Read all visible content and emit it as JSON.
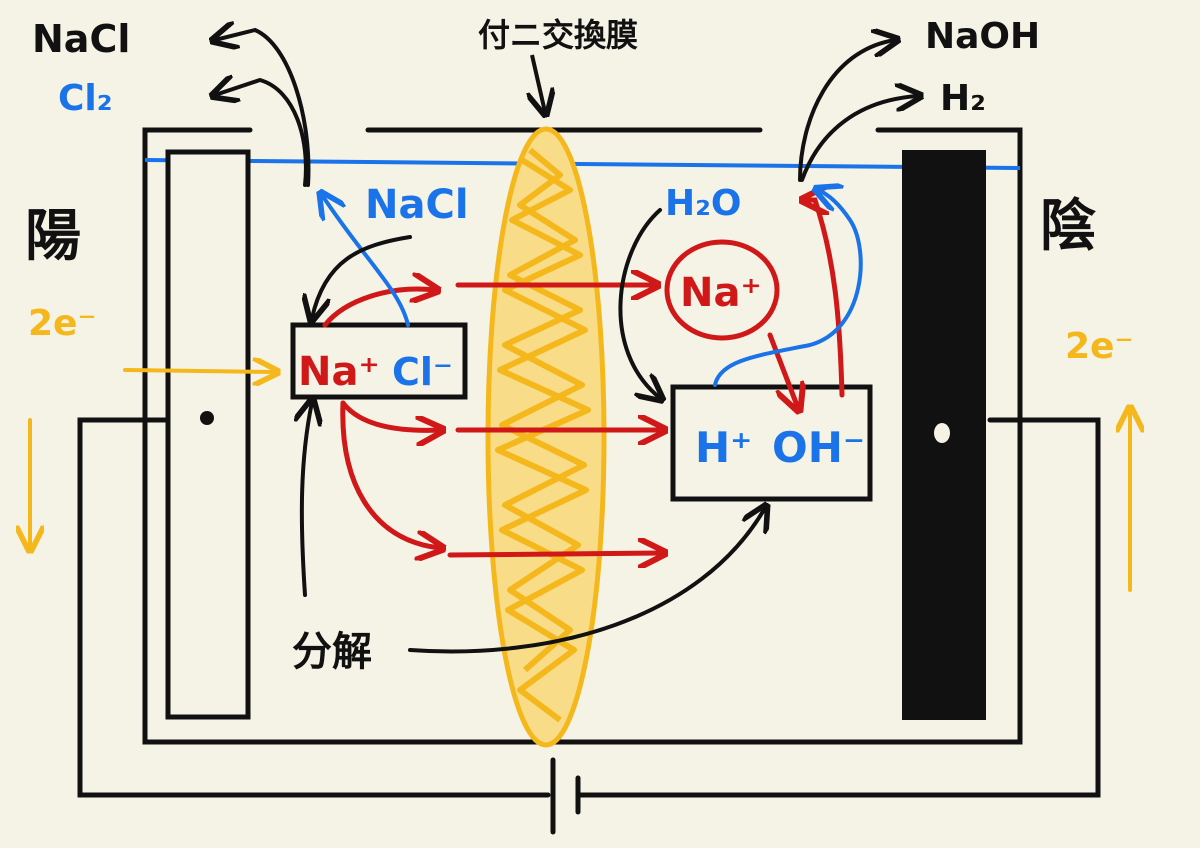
{
  "labels": {
    "top_left_product": "NaCl",
    "top_left_gas": "Cl₂",
    "membrane": "付ニ交換膜",
    "top_right_product": "NaOH",
    "top_right_gas": "H₂",
    "anode": "陽",
    "cathode": "陰",
    "left_electrons": "2e⁻",
    "right_electrons": "2e⁻",
    "left_nacl": "NaCl",
    "right_water": "H₂O",
    "left_box_cation": "Na⁺",
    "left_box_anion": "Cl⁻",
    "right_na_circle": "Na⁺",
    "right_box_cation": "H⁺",
    "right_box_anion": "OH⁻",
    "dissociation": "分解"
  },
  "colors": {
    "background": "#f5f2e6",
    "ink": "#111111",
    "blue": "#1a73e8",
    "red": "#d01818",
    "orange": "#f5b81c"
  }
}
